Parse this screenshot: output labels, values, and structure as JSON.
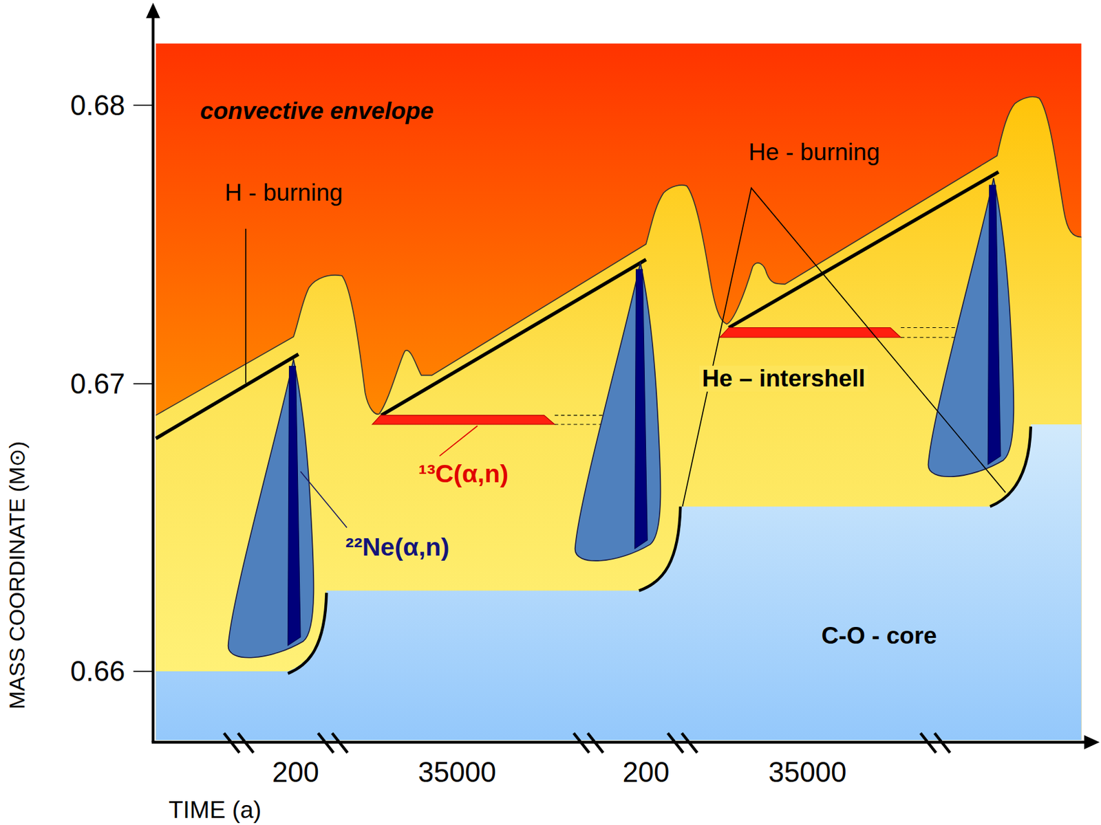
{
  "diagram": {
    "labels": [
      "0.68",
      "0.67",
      "0.66",
      "MASS COORDINATE (M⊙)",
      "convective envelope",
      "H - burning",
      "He - burning",
      "He – intershell",
      "¹³C(α,n)",
      "²²Ne(α,n)",
      "C-O - core",
      "200",
      "35000",
      "200",
      "35000",
      "TIME (a)"
    ]
  }
}
